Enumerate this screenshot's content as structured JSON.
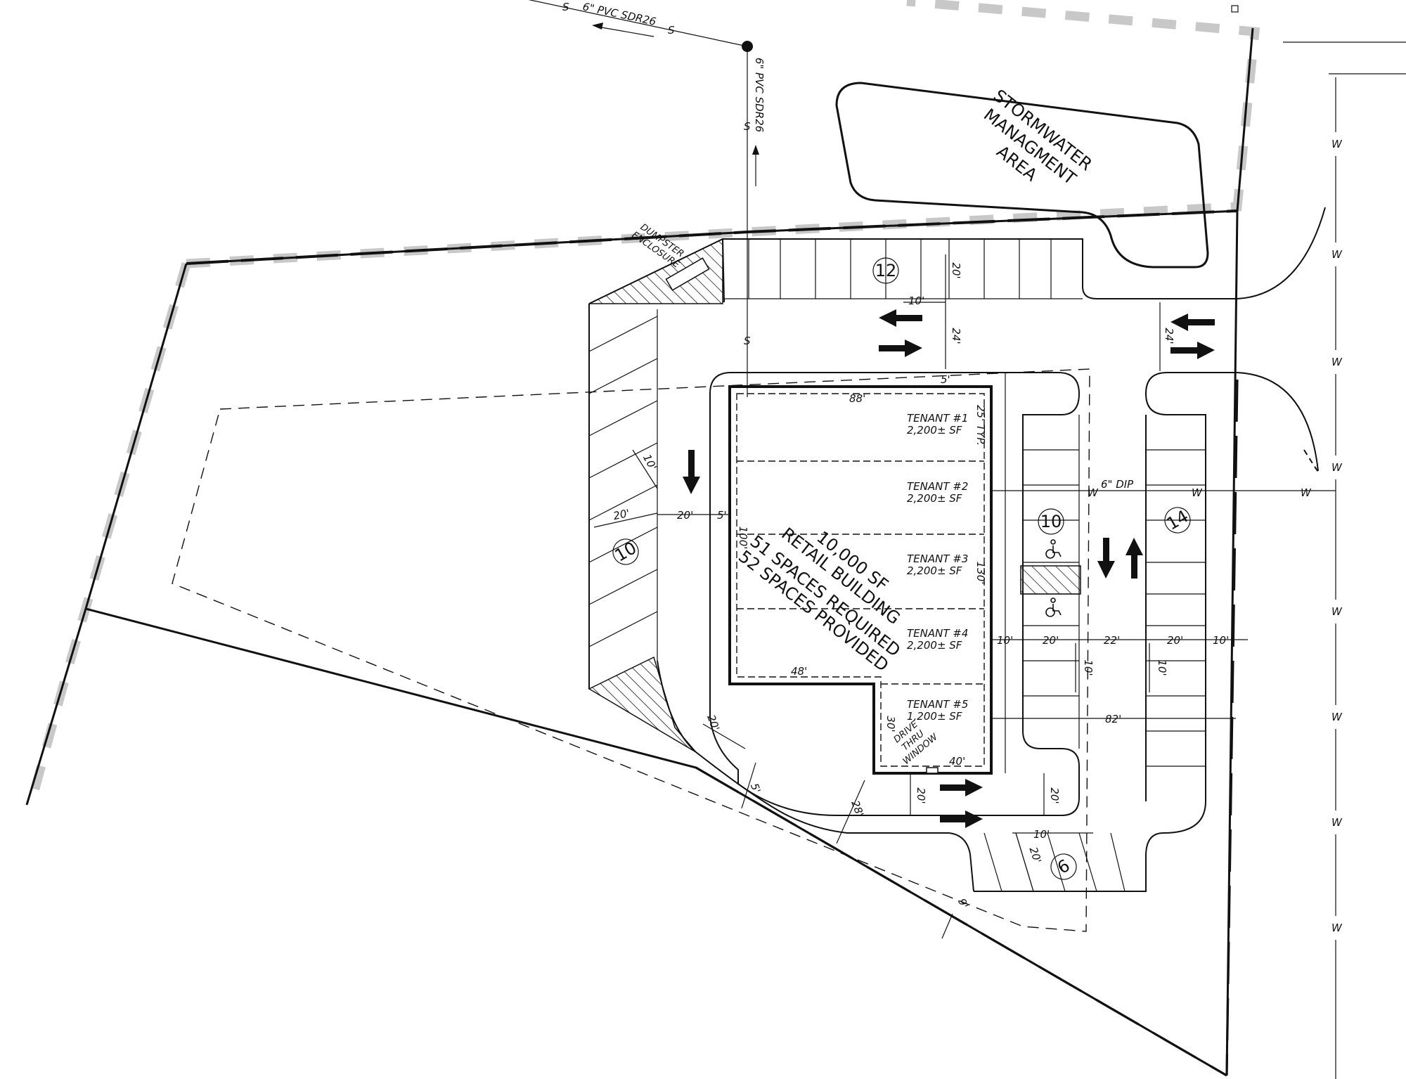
{
  "labels": {
    "sewer_top": "6\" PVC SDR26",
    "sewer_vertical": "6\" PVC SDR26",
    "sewer_s": "S",
    "water_w": "W",
    "water_main": "6\" DIP",
    "stormwater": [
      "STORMWATER",
      "MANAGMENT",
      "AREA"
    ],
    "dumpster": [
      "DUMPSTER",
      "ENCLOSURE"
    ],
    "building_summary": [
      "10,000 SF",
      "RETAIL BUILDING",
      "51 SPACES REQUIRED",
      "52 SPACES PROVIDED"
    ],
    "drive_thru": [
      "DRIVE",
      "THRU",
      "WINDOW"
    ]
  },
  "tenants": [
    {
      "name": "TENANT #1",
      "area": "2,200± SF"
    },
    {
      "name": "TENANT #2",
      "area": "2,200± SF"
    },
    {
      "name": "TENANT #3",
      "area": "2,200± SF"
    },
    {
      "name": "TENANT #4",
      "area": "2,200± SF"
    },
    {
      "name": "TENANT #5",
      "area": "1,200± SF"
    }
  ],
  "parking_counts": {
    "north_row": "12",
    "west_row": "10",
    "east_row_west": "10",
    "east_row_east": "14",
    "south_row": "6"
  },
  "dimensions": {
    "d_20_north": "20'",
    "d_10_north": "10'",
    "d_24_north": "24'",
    "d_5_north": "5'",
    "d_24_east": "24'",
    "d_88": "88'",
    "d_25_typ": "25' TYP.",
    "d_10_west": "10'",
    "d_20_west_stall": "20'",
    "d_20_west_aisle": "20'",
    "d_5_west": "5'",
    "d_100": "100'",
    "d_130": "130'",
    "d_48": "48'",
    "d_30": "30'",
    "d_40": "40'",
    "d_10_e1": "10'",
    "d_20_e1": "20'",
    "d_22_e": "22'",
    "d_20_e2": "20'",
    "d_10_e2": "10'",
    "d_10_e3": "10'",
    "d_10_e4": "10'",
    "d_82": "82'",
    "d_20_sw": "20'",
    "d_5_sw": "5'",
    "d_28": "28'",
    "d_20_s1": "20'",
    "d_20_s2": "20'",
    "d_10_s": "10'",
    "d_20_s3": "20'",
    "d_9": "9'"
  }
}
